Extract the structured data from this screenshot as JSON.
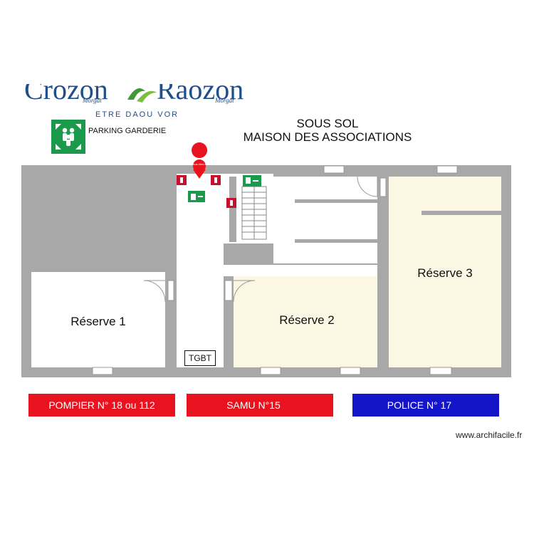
{
  "logo": {
    "word1": "Crozon",
    "word2": "Raozon",
    "sub1": "Morgat",
    "sub2": "Morgat",
    "tagline": "ETRE DAOU VOR"
  },
  "assembly_point": {
    "label": "PARKING GARDERIE",
    "icon": "assembly-point-icon"
  },
  "title": {
    "line1": "SOUS SOL",
    "line2": "MAISON DES ASSOCIATIONS"
  },
  "you_are_here": {
    "label": "Vous êtes ici",
    "icon": "location-pin-icon"
  },
  "rooms": {
    "reserve1": "Réserve 1",
    "reserve2": "Réserve 2",
    "reserve3": "Réserve 3",
    "tgbt": "TGBT"
  },
  "banners": [
    {
      "label": "POMPIER N° 18 ou 112",
      "color": "#e8131f"
    },
    {
      "label": "SAMU  N°15",
      "color": "#e8131f"
    },
    {
      "label": "POLICE  N° 17",
      "color": "#1414c8"
    }
  ],
  "credit": "www.archifacile.fr",
  "colors": {
    "wall": "#a8a8a8",
    "reserve_floor": "#fbf7e3",
    "exit_green": "#1a9a4a",
    "fire_red": "#c8102e"
  }
}
